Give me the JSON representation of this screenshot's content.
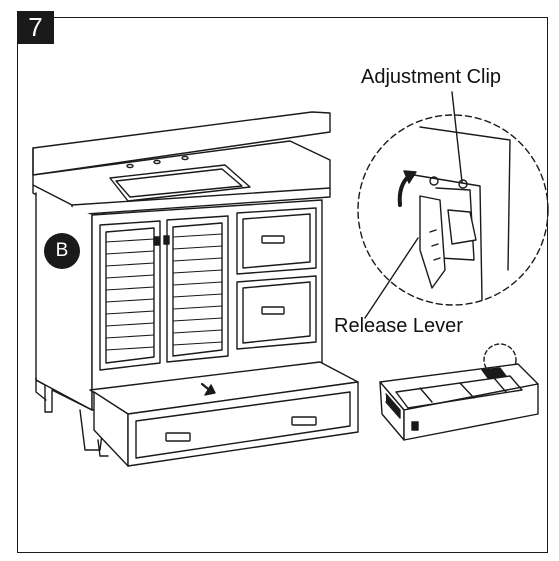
{
  "step": {
    "number": "7"
  },
  "marker": {
    "label": "B"
  },
  "callouts": {
    "adjustment_clip": "Adjustment Clip",
    "release_lever": "Release Lever"
  },
  "colors": {
    "ink": "#1a1a1a",
    "paper": "#ffffff"
  }
}
